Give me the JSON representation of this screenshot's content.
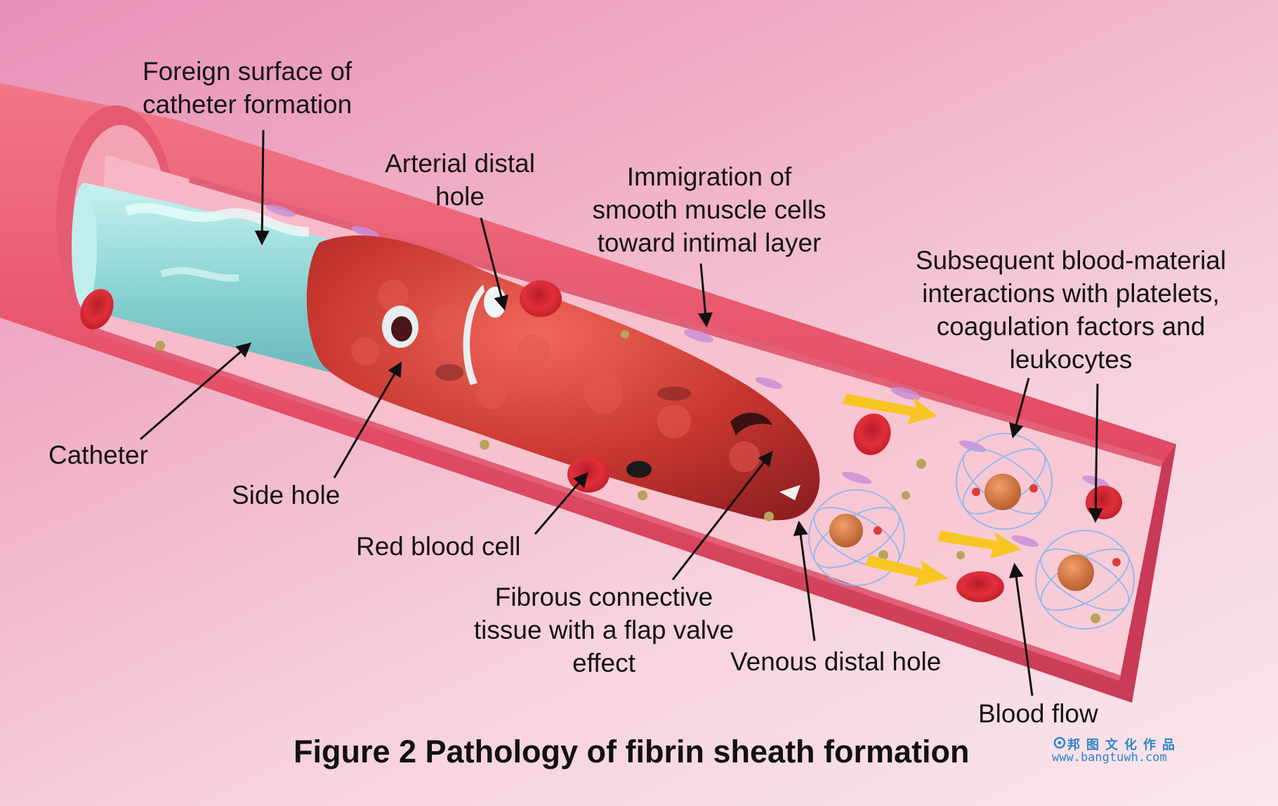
{
  "figure": {
    "caption": "Figure 2 Pathology of fibrin sheath formation",
    "watermark_cn": "邦图文化作品",
    "watermark_url": "www.bangtuwh.com"
  },
  "labels": {
    "foreign_surface": "Foreign surface of\ncatheter formation",
    "arterial_distal_hole": "Arterial distal\nhole",
    "immigration": "Immigration of\nsmooth muscle cells\ntoward intimal layer",
    "subsequent": "Subsequent blood-material\ninteractions with platelets,\ncoagulation factors and\nleukocytes",
    "catheter": "Catheter",
    "side_hole": "Side hole",
    "red_blood_cell": "Red blood cell",
    "fibrous": "Fibrous connective\ntissue with a flap valve\neffect",
    "venous_distal_hole": "Venous distal hole",
    "blood_flow": "Blood flow"
  },
  "colors": {
    "vessel_wall": "#e9566c",
    "vessel_interior": "#f3a6b8",
    "catheter": "#9fe0e0",
    "fibrin_sheath": "#c93b34",
    "red_blood_cell": "#d92a34",
    "flow_arrow": "#f7c623",
    "leukocyte_net": "#8ab7f0"
  }
}
